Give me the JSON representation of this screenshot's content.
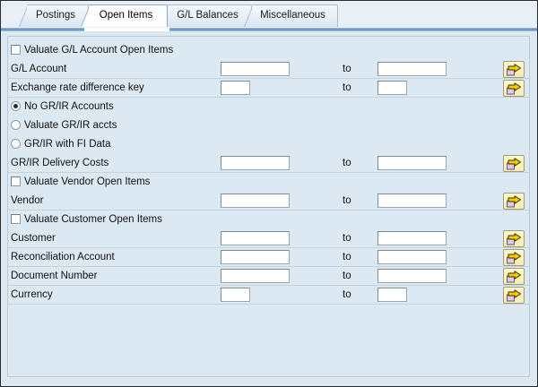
{
  "window": {
    "background_color": "#dce8f2",
    "tabstrip_color": "#e9eff7",
    "accent_color": "#5f8fbf",
    "button_color": "#f6ecae"
  },
  "tabs": [
    {
      "label": "Postings",
      "active": false
    },
    {
      "label": "Open Items",
      "active": true
    },
    {
      "label": "G/L Balances",
      "active": false
    },
    {
      "label": "Miscellaneous",
      "active": false
    }
  ],
  "form": {
    "to_label": "to",
    "arrow_icon": "multiple-selection-arrow-icon",
    "rows": [
      {
        "kind": "checkbox",
        "name": "valuate-gl-account-open-items",
        "label": "Valuate G/L Account Open Items",
        "checked": false,
        "underline": false
      },
      {
        "kind": "field",
        "name": "gl-account",
        "label": "G/L Account",
        "from_value": "",
        "to_value": "",
        "size": "wide",
        "has_to": true,
        "has_arrow": true,
        "underline": true
      },
      {
        "kind": "field",
        "name": "exchange-rate-difference-key",
        "label": "Exchange rate difference key",
        "from_value": "",
        "to_value": "",
        "size": "narrow",
        "has_to": true,
        "has_arrow": true,
        "underline": true
      },
      {
        "kind": "radio",
        "name": "no-gr-ir-accounts",
        "label": "No GR/IR Accounts",
        "selected": true,
        "underline": false
      },
      {
        "kind": "radio",
        "name": "valuate-gr-ir-accts",
        "label": "Valuate GR/IR accts",
        "selected": false,
        "underline": false
      },
      {
        "kind": "radio",
        "name": "gr-ir-with-fi-data",
        "label": "GR/IR with FI Data",
        "selected": false,
        "underline": false
      },
      {
        "kind": "field",
        "name": "gr-ir-delivery-costs",
        "label": "GR/IR Delivery Costs",
        "from_value": "",
        "to_value": "",
        "size": "wide",
        "has_to": true,
        "has_arrow": true,
        "underline": true
      },
      {
        "kind": "checkbox",
        "name": "valuate-vendor-open-items",
        "label": "Valuate Vendor Open Items",
        "checked": false,
        "underline": false
      },
      {
        "kind": "field",
        "name": "vendor",
        "label": "Vendor",
        "from_value": "",
        "to_value": "",
        "size": "wide",
        "has_to": true,
        "has_arrow": true,
        "underline": true
      },
      {
        "kind": "checkbox",
        "name": "valuate-customer-open-items",
        "label": "Valuate Customer Open Items",
        "checked": false,
        "underline": false
      },
      {
        "kind": "field",
        "name": "customer",
        "label": "Customer",
        "from_value": "",
        "to_value": "",
        "size": "wide",
        "has_to": true,
        "has_arrow": true,
        "underline": true
      },
      {
        "kind": "field",
        "name": "reconciliation-account",
        "label": "Reconciliation Account",
        "from_value": "",
        "to_value": "",
        "size": "wide",
        "has_to": true,
        "has_arrow": true,
        "underline": true
      },
      {
        "kind": "field",
        "name": "document-number",
        "label": "Document Number",
        "from_value": "",
        "to_value": "",
        "size": "wide",
        "has_to": true,
        "has_arrow": true,
        "underline": true
      },
      {
        "kind": "field",
        "name": "currency",
        "label": "Currency",
        "from_value": "",
        "to_value": "",
        "size": "narrow",
        "has_to": true,
        "has_arrow": true,
        "underline": true
      }
    ]
  }
}
